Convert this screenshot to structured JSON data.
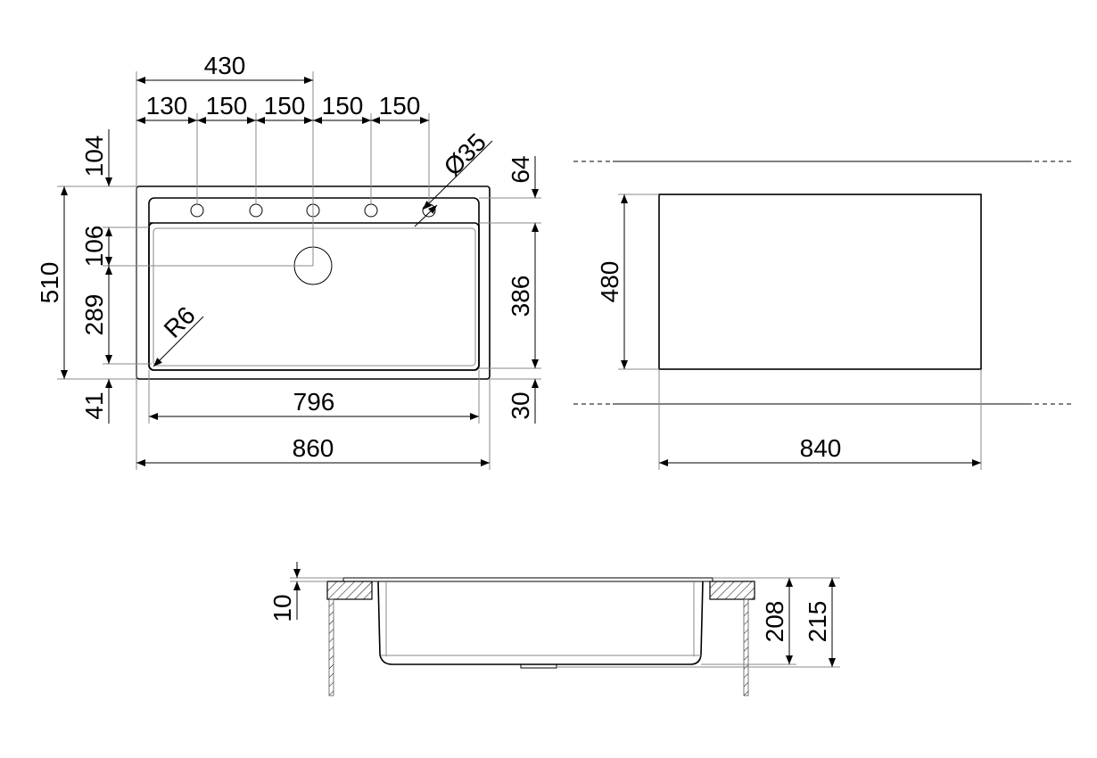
{
  "top_view": {
    "overall_width": "860",
    "bowl_width": "796",
    "tap_offset_total": "430",
    "hole_spacing": [
      "130",
      "150",
      "150",
      "150",
      "150"
    ],
    "overall_depth": "510",
    "left_dims": [
      "104",
      "106",
      "289",
      "41"
    ],
    "right_dims": [
      "64",
      "386",
      "30"
    ],
    "hole_diameter": "Ø35",
    "corner_radius": "R6"
  },
  "cutout_view": {
    "width": "840",
    "depth": "480"
  },
  "section_view": {
    "flange_thickness": "10",
    "bowl_depth": "208",
    "total_depth": "215"
  }
}
